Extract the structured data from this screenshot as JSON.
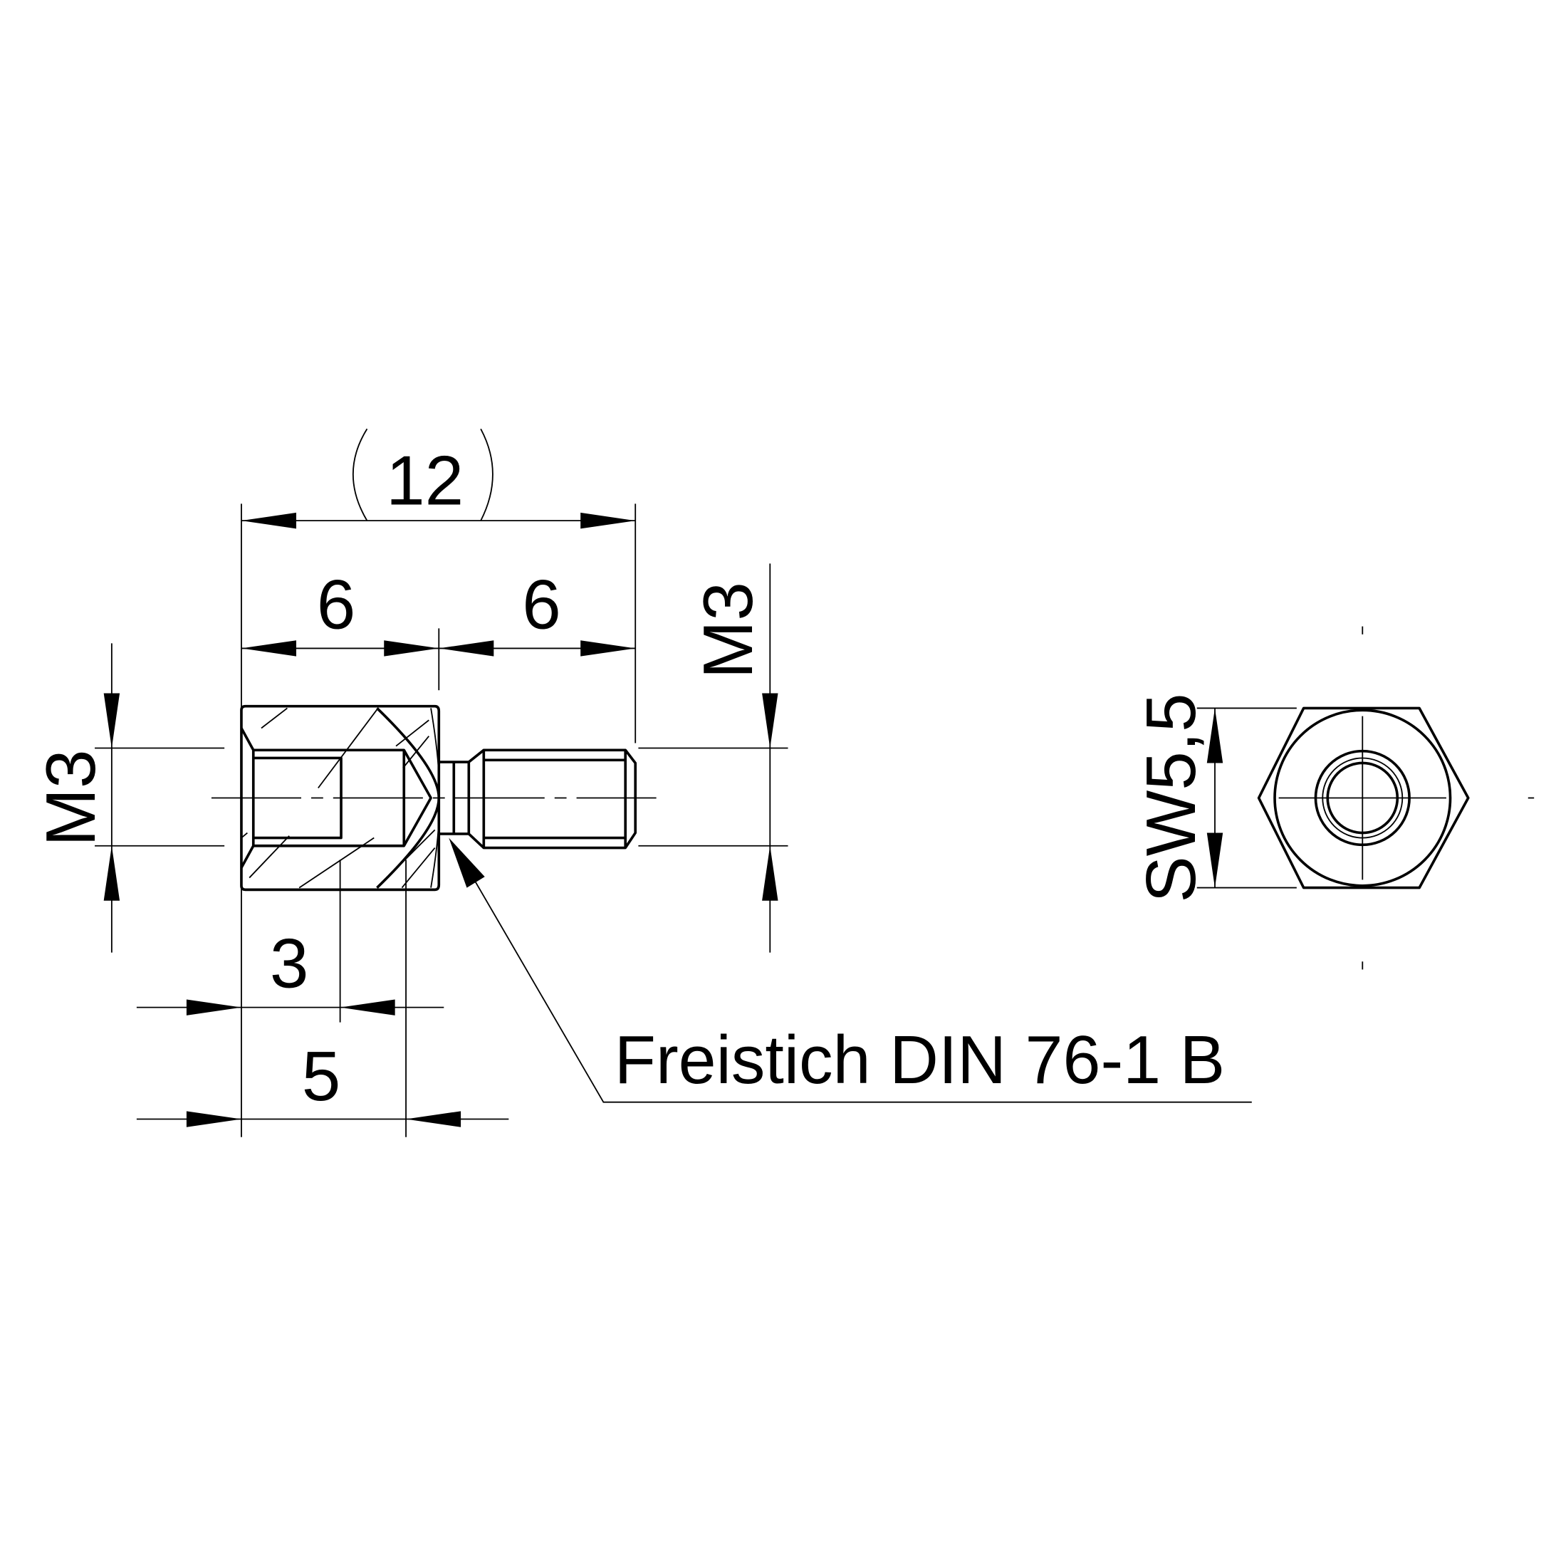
{
  "drawing": {
    "dimensions": {
      "overall_length": "12",
      "left_length": "6",
      "right_length": "6",
      "thread_left": "M3",
      "thread_right": "M3",
      "thread_depth": "3",
      "bore_depth": "5",
      "wrench_size": "SW5,5"
    },
    "callout": "Freistich DIN 76-1 B",
    "line_color": "#000000",
    "background": "#ffffff"
  }
}
